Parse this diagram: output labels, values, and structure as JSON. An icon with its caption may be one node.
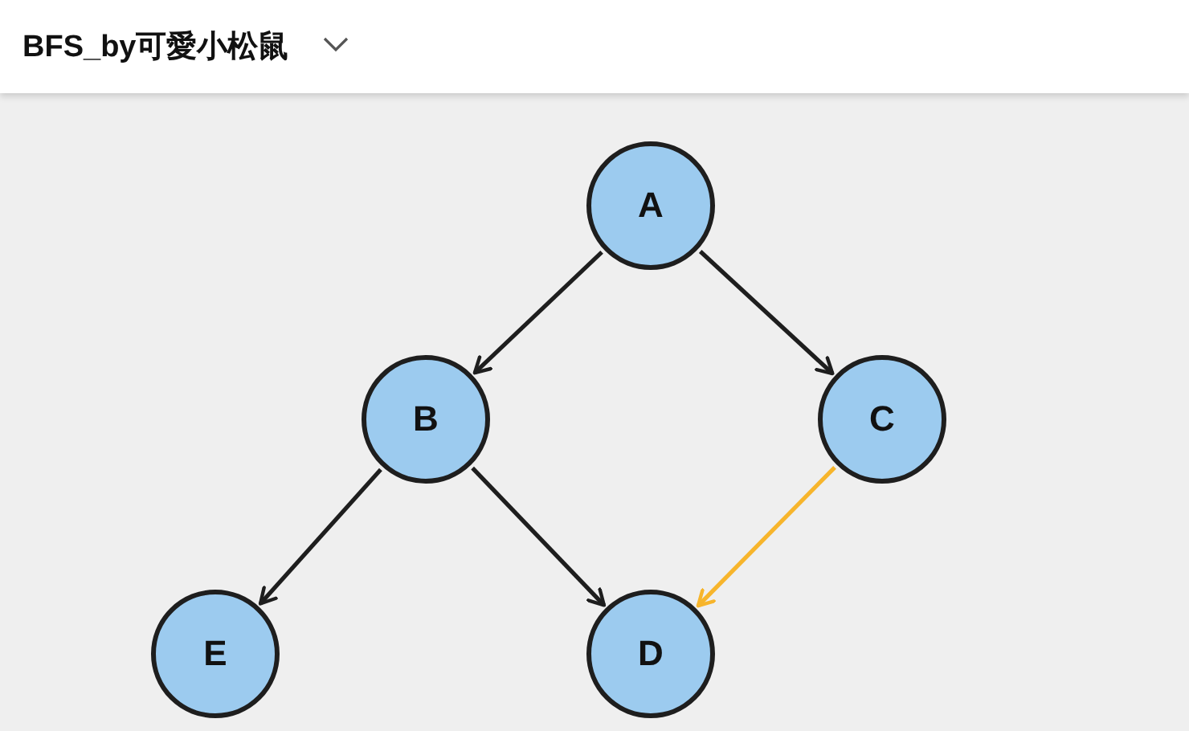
{
  "diagram": {
    "title": "BFS_by可愛小松鼠",
    "nodes": [
      {
        "text": [
          "A"
        ]
      },
      {
        "text": [
          "B"
        ]
      },
      {
        "text": [
          "C"
        ]
      },
      {
        "text": [
          "E"
        ]
      },
      {
        "text": [
          "D"
        ]
      }
    ],
    "edges": [
      {
        "from": 0,
        "to": 1,
        "arrow": "to"
      },
      {
        "from": 0,
        "to": 2,
        "arrow": "to"
      },
      {
        "from": 1,
        "to": 3,
        "arrow": "to"
      },
      {
        "from": 1,
        "to": 4,
        "arrow": "to"
      },
      {
        "from": 2,
        "to": 4,
        "arrow": "to",
        "color": "#f7b52c"
      }
    ]
  }
}
